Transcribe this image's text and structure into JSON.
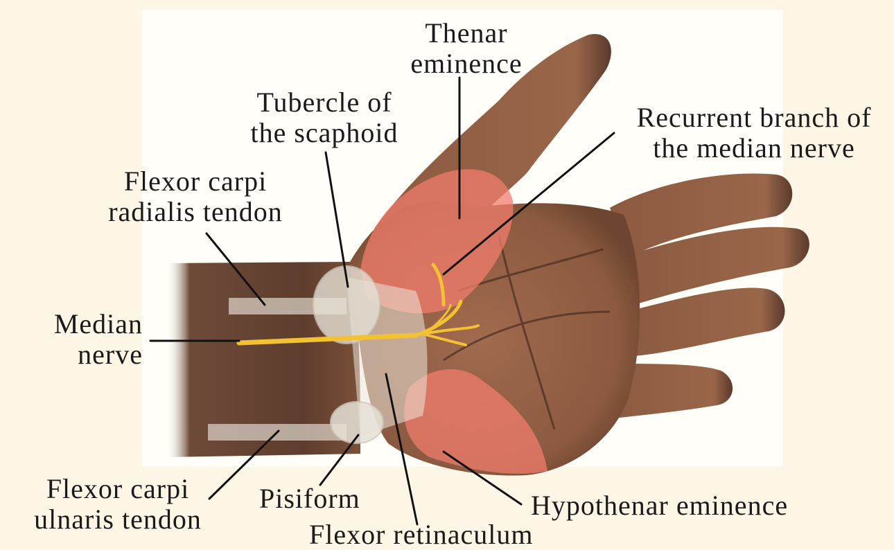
{
  "colors": {
    "page_background": "#fdf6e6",
    "panel_background": "#fffef9",
    "skin": "#8b5a40",
    "forearm_dark": "#5e3d2e",
    "eminence_highlight": "#f07c6c",
    "median_nerve": "#f2c232",
    "bone": "#e6e1d6",
    "leader_line": "#111111",
    "label_text": "#1a1a1a"
  },
  "labels": {
    "thenar_eminence": {
      "line1": "Thenar",
      "line2": "eminence"
    },
    "tubercle_scaphoid": {
      "line1": "Tubercle of",
      "line2": "the scaphoid"
    },
    "recurrent_branch": {
      "line1": "Recurrent branch of",
      "line2": "the median nerve"
    },
    "flexor_carpi_radialis": {
      "line1": "Flexor carpi",
      "line2": "radialis tendon"
    },
    "median_nerve": {
      "line1": "Median",
      "line2": "nerve"
    },
    "flexor_carpi_ulnaris": {
      "line1": "Flexor carpi",
      "line2": "ulnaris tendon"
    },
    "pisiform": {
      "line1": "Pisiform"
    },
    "flexor_retinaculum": {
      "line1": "Flexor retinaculum"
    },
    "hypothenar_eminence": {
      "line1": "Hypothenar eminence"
    }
  }
}
